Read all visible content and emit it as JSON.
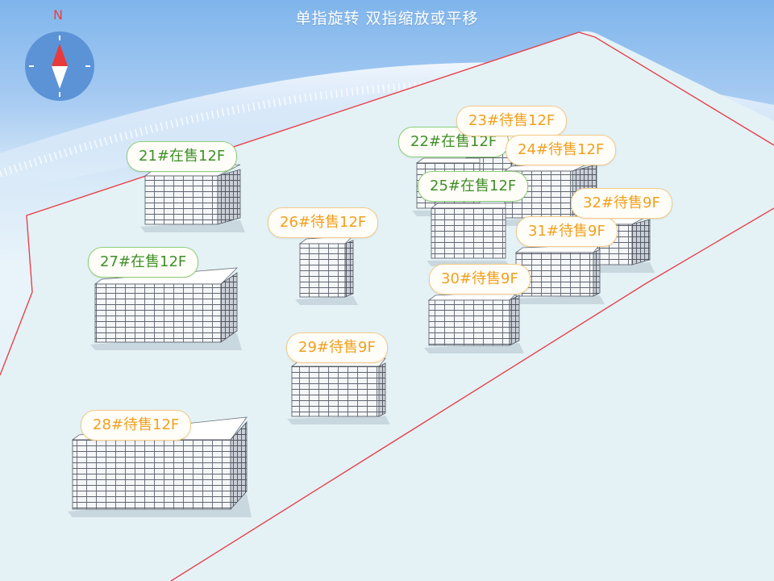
{
  "hint": "单指旋转 双指缩放或平移",
  "compass": {
    "north_label": "N",
    "icon": "compass-icon",
    "needle_north_color": "#e83a3a",
    "needle_south_color": "#ffffff"
  },
  "colors": {
    "on_sale": "#3f8f2a",
    "pending": "#f0a020",
    "boundary": "#e8424a",
    "ground": "#e6f3f6"
  },
  "buildings": [
    {
      "id": "21",
      "label": "21#在售12F",
      "status": "on_sale",
      "floors": 12
    },
    {
      "id": "22",
      "label": "22#在售12F",
      "status": "on_sale",
      "floors": 12
    },
    {
      "id": "23",
      "label": "23#待售12F",
      "status": "pending",
      "floors": 12
    },
    {
      "id": "24",
      "label": "24#待售12F",
      "status": "pending",
      "floors": 12
    },
    {
      "id": "25",
      "label": "25#在售12F",
      "status": "on_sale",
      "floors": 12
    },
    {
      "id": "26",
      "label": "26#待售12F",
      "status": "pending",
      "floors": 12
    },
    {
      "id": "27",
      "label": "27#在售12F",
      "status": "on_sale",
      "floors": 12
    },
    {
      "id": "28",
      "label": "28#待售12F",
      "status": "pending",
      "floors": 12
    },
    {
      "id": "29",
      "label": "29#待售9F",
      "status": "pending",
      "floors": 9
    },
    {
      "id": "30",
      "label": "30#待售9F",
      "status": "pending",
      "floors": 9
    },
    {
      "id": "31",
      "label": "31#待售9F",
      "status": "pending",
      "floors": 9
    },
    {
      "id": "32",
      "label": "32#待售9F",
      "status": "pending",
      "floors": 9
    }
  ]
}
